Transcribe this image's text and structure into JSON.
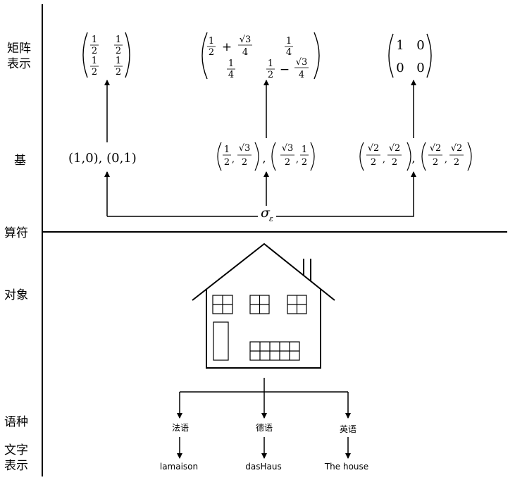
{
  "row_labels": {
    "matrix_line1": "矩阵",
    "matrix_line2": "表示",
    "basis": "基",
    "operator": "算符",
    "object": "对象",
    "language": "语种",
    "text_line1": "文字",
    "text_line2": "表示"
  },
  "matrices": [
    {
      "r1c1": "1/2",
      "r1c2": "1/2",
      "r2c1": "1/2",
      "r2c2": "1/2"
    },
    {
      "r1c1_a": "1/2",
      "r1c1_op": "+",
      "r1c1_b": "√3/4",
      "r1c2": "1/4",
      "r2c1": "1/4",
      "r2c2_a": "1/2",
      "r2c2_op": "−",
      "r2c2_b": "√3/4"
    },
    {
      "r1c1": "1",
      "r1c2": "0",
      "r2c1": "0",
      "r2c2": "0"
    }
  ],
  "bases": {
    "first": "(1,0),  (0,1)",
    "second": {
      "v1x": "1/2",
      "v1y": "√3/2",
      "v2x": "√3/2",
      "v2y": "1/2"
    },
    "third": {
      "v1x": "√2/2",
      "v1y": "√2/2",
      "v2x": "√2/2",
      "v2y": "√2/2"
    }
  },
  "operator_symbol": "σ",
  "operator_subscript": "ε",
  "languages": [
    "法语",
    "德语",
    "英语"
  ],
  "words": [
    "lamaison",
    "dasHaus",
    "The house"
  ]
}
